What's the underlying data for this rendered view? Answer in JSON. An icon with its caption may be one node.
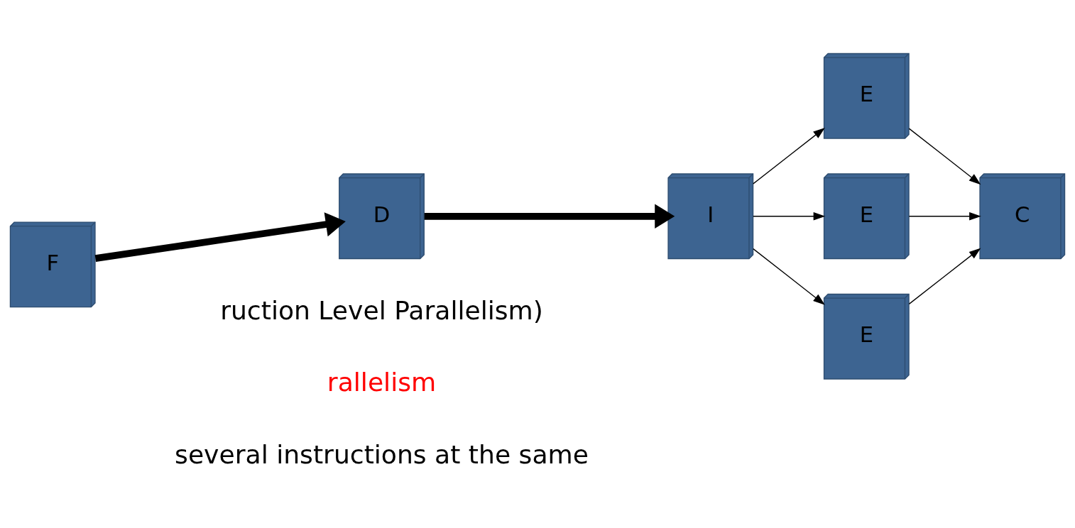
{
  "diagram": {
    "nodes": [
      {
        "text": [
          "F"
        ]
      },
      {
        "text": [
          "D"
        ]
      },
      {
        "text": [
          "I"
        ]
      },
      {
        "text": [
          "E"
        ]
      },
      {
        "text": [
          "E"
        ]
      },
      {
        "text": [
          "E"
        ]
      },
      {
        "text": [
          "C"
        ]
      }
    ],
    "edges": [
      {
        "from": 0,
        "to": 1,
        "arrow": "to",
        "style": "thick"
      },
      {
        "from": 1,
        "to": 2,
        "arrow": "to",
        "style": "thick"
      },
      {
        "from": 2,
        "to": 3,
        "arrow": "to"
      },
      {
        "from": 2,
        "to": 4,
        "arrow": "to"
      },
      {
        "from": 2,
        "to": 5,
        "arrow": "to"
      },
      {
        "from": 3,
        "to": 6,
        "arrow": "to"
      },
      {
        "from": 4,
        "to": 6,
        "arrow": "to"
      },
      {
        "from": 5,
        "to": 6,
        "arrow": "to"
      }
    ],
    "labels": [
      "ruction Level Parallelism)",
      "rallelism",
      "several instructions at the same"
    ]
  }
}
